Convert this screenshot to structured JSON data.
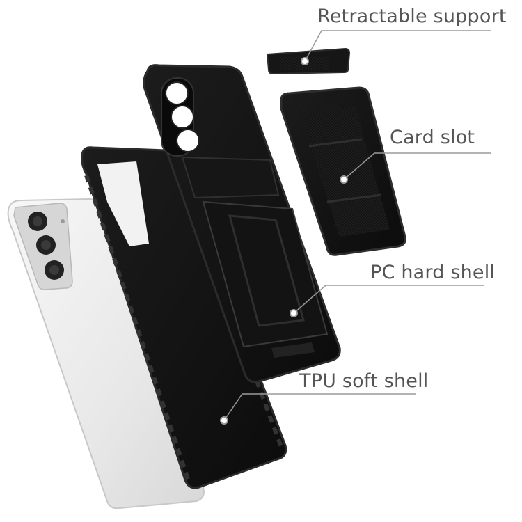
{
  "colors": {
    "background": "#ffffff",
    "case_black": "#111111",
    "case_edge": "#2b2b2b",
    "phone_white": "#eeeeee",
    "phone_edge": "#c8c8c8",
    "callout_line": "#9a9a9a",
    "callout_text": "#555555"
  },
  "callouts": [
    {
      "id": "retractable-support",
      "label": "Retractable support"
    },
    {
      "id": "card-slot",
      "label": "Card slot"
    },
    {
      "id": "pc-hard-shell",
      "label": "PC hard shell"
    },
    {
      "id": "tpu-soft-shell",
      "label": "TPU soft shell"
    }
  ]
}
